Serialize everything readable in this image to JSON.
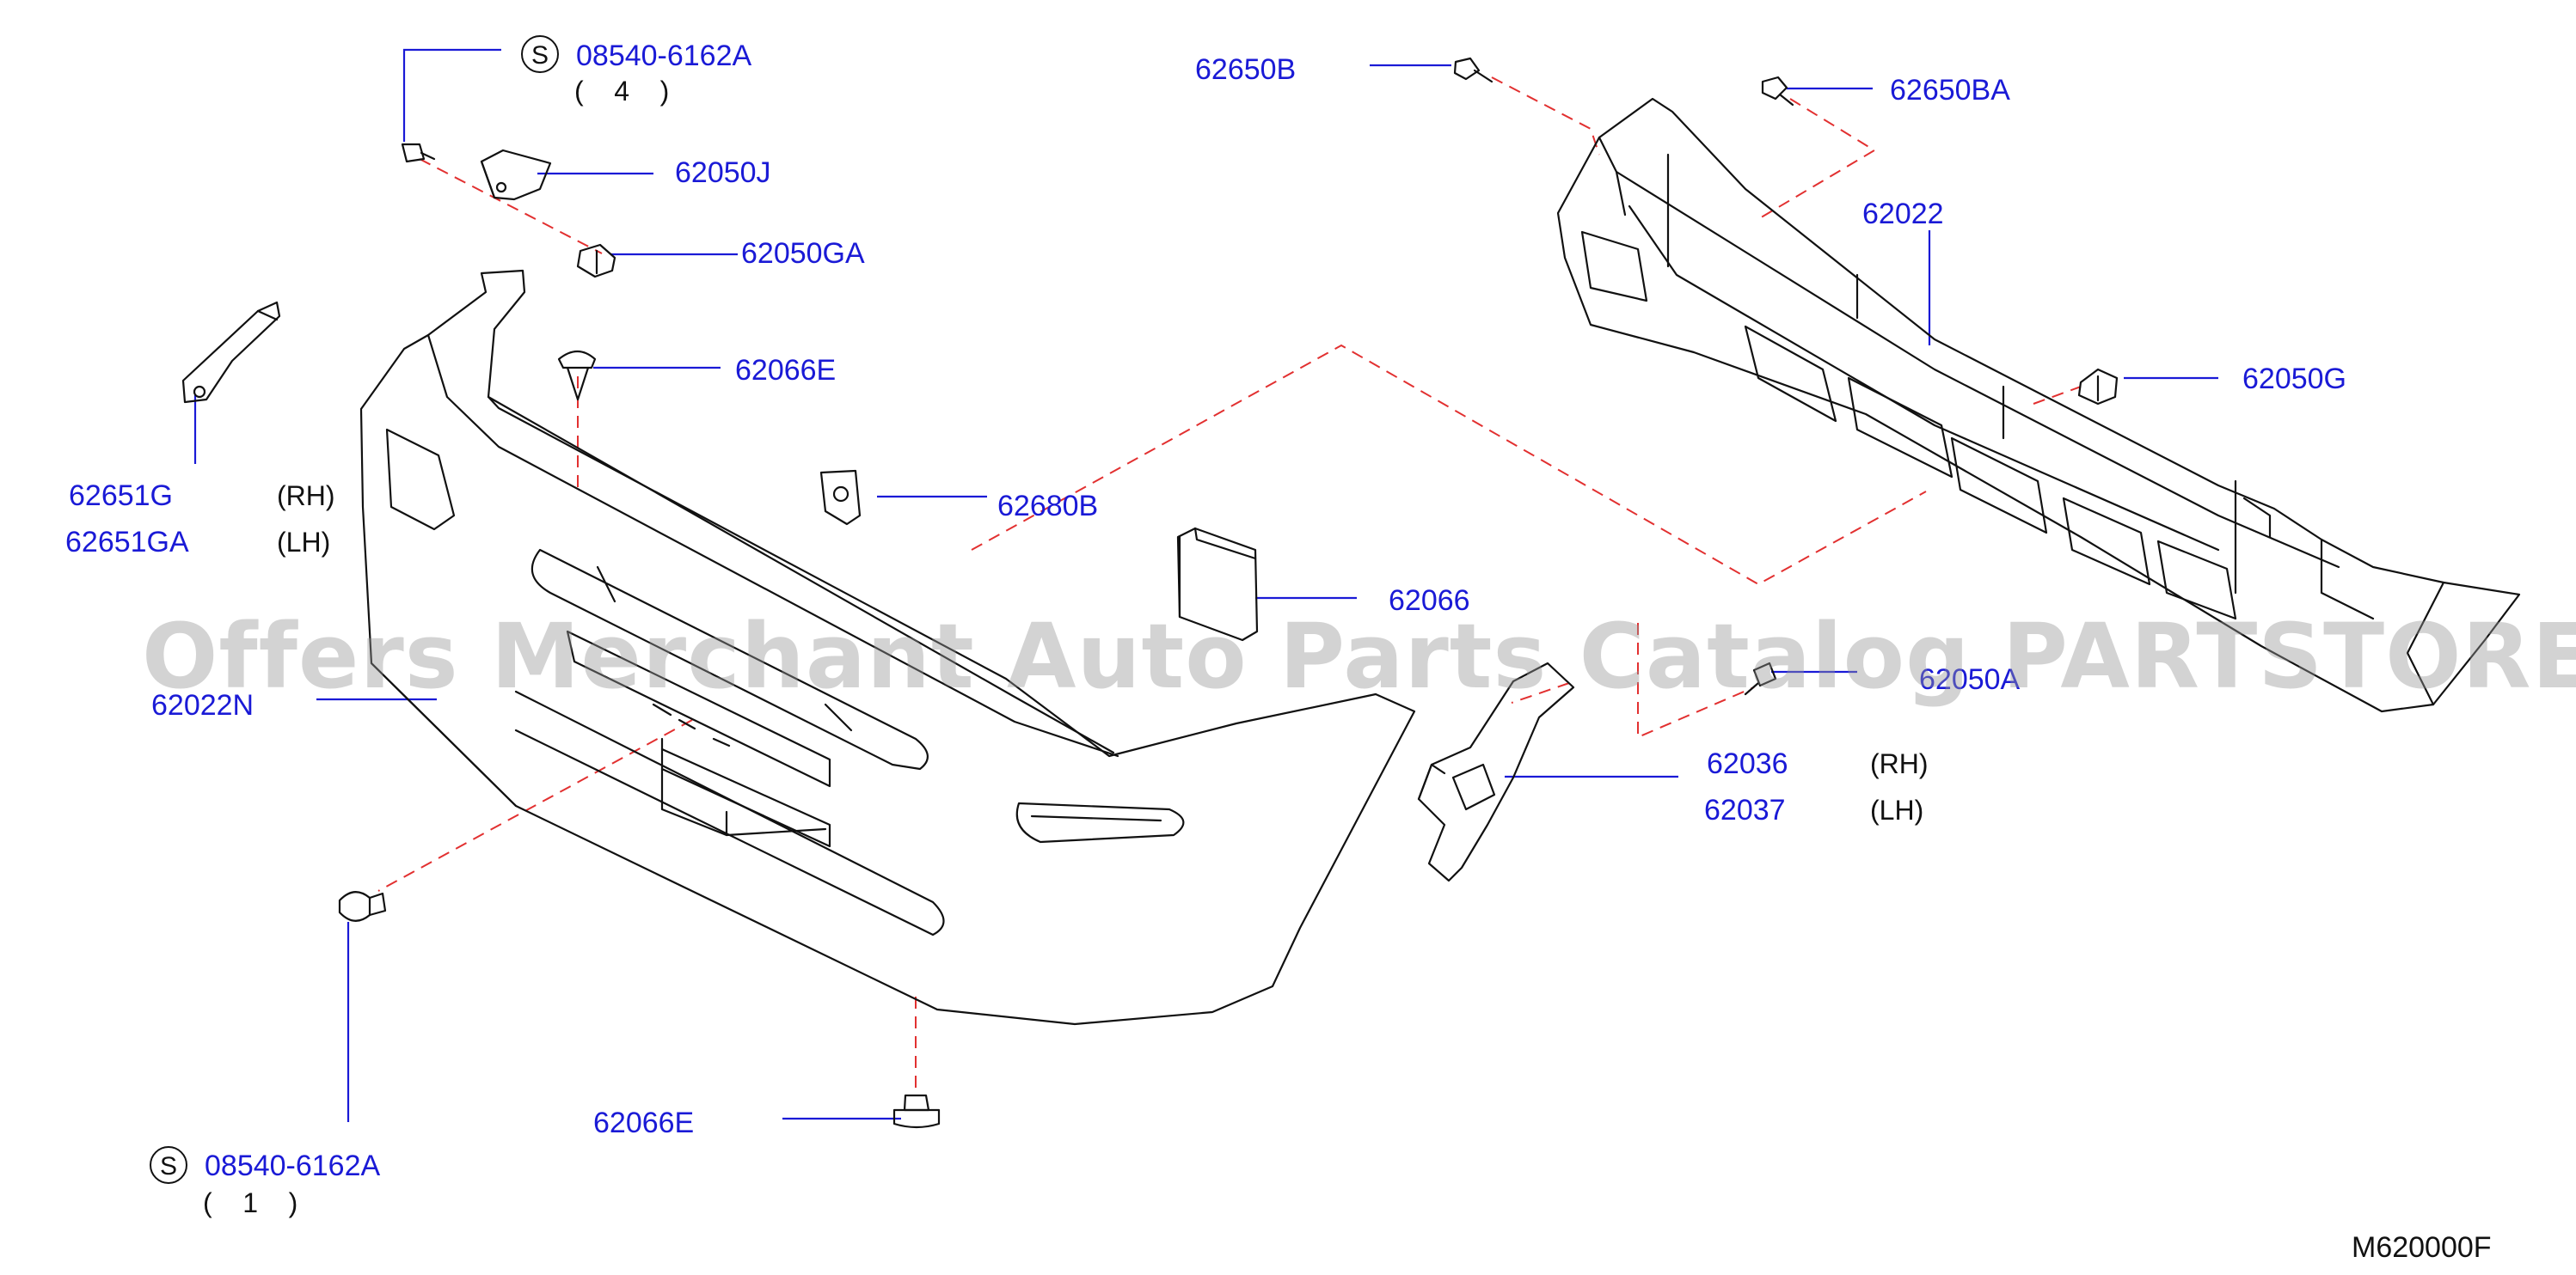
{
  "diagram": {
    "code": "M620000F",
    "watermark": "Offers Merchant Auto Parts Catalog PARTSTORE.SA",
    "screw_symbol": "S",
    "labels": {
      "screw_top": "08540-6162A",
      "screw_top_qty": "(    4    )",
      "p62050J": "62050J",
      "p62050GA": "62050GA",
      "p62066E_top": "62066E",
      "p62651G": "62651G",
      "p62651G_side": "(RH)",
      "p62651GA": "62651GA",
      "p62651GA_side": "(LH)",
      "p62680B": "62680B",
      "p62066": "62066",
      "p62022N": "62022N",
      "p62650B": "62650B",
      "p62650BA": "62650BA",
      "p62022": "62022",
      "p62050G": "62050G",
      "p62050A": "62050A",
      "p62036": "62036",
      "p62036_side": "(RH)",
      "p62037": "62037",
      "p62037_side": "(LH)",
      "p62066E_bottom": "62066E",
      "screw_bottom": "08540-6162A",
      "screw_bottom_qty": "(    1    )"
    }
  }
}
